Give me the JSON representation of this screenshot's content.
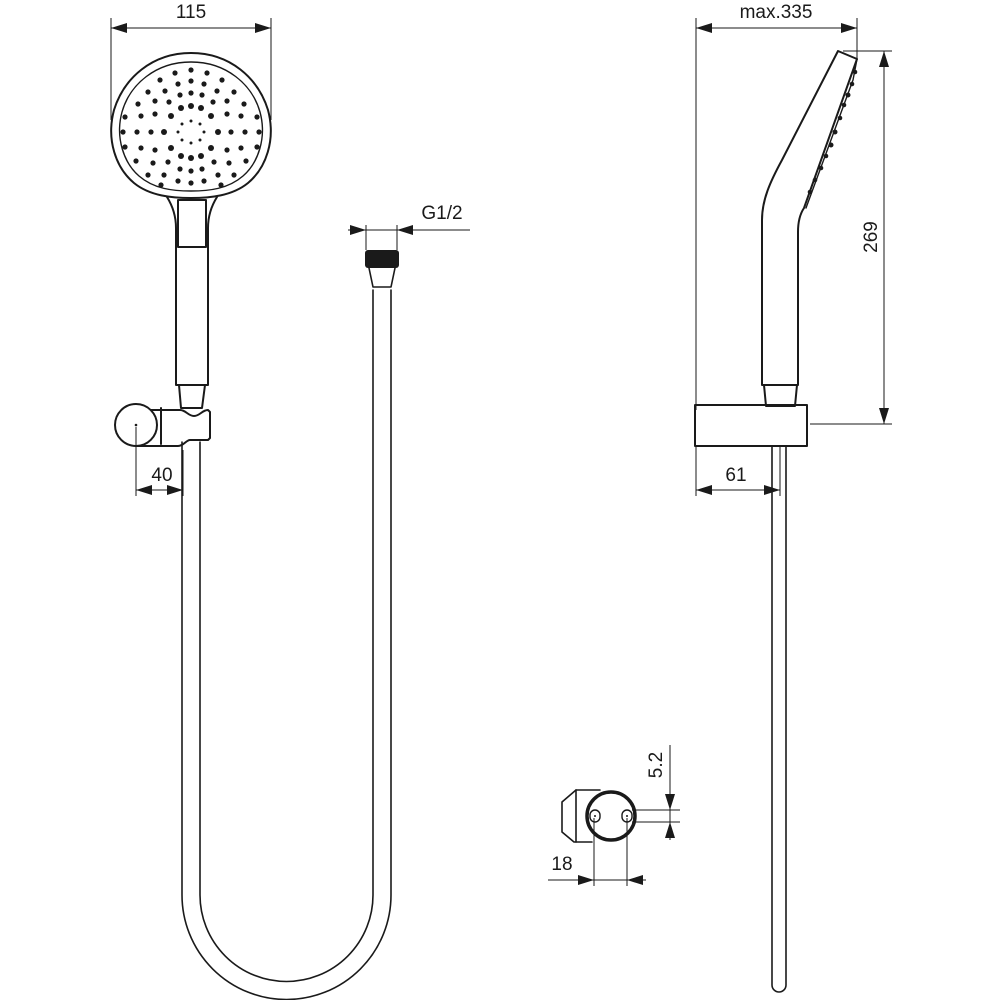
{
  "drawing": {
    "title": "Hand shower set with hose and wall holder - dimensional drawing",
    "line_color": "#1a1a1a",
    "background": "#ffffff"
  },
  "dimensions": {
    "head_width": "115",
    "holder_offset": "40",
    "hose_connection": "G1/2",
    "max_projection": "max.335",
    "head_height": "269",
    "holder_depth": "61",
    "fixing_hole": "5.2",
    "hole_spacing": "18"
  },
  "views": [
    {
      "name": "front-view",
      "components": [
        "shower-head",
        "handle",
        "wall-holder",
        "hose"
      ]
    },
    {
      "name": "hose-view",
      "components": [
        "hose-nut",
        "hose"
      ]
    },
    {
      "name": "side-view",
      "components": [
        "shower-head",
        "handle",
        "wall-holder",
        "hose"
      ]
    },
    {
      "name": "holder-detail",
      "components": [
        "holder-ring",
        "fixing-holes"
      ]
    }
  ]
}
